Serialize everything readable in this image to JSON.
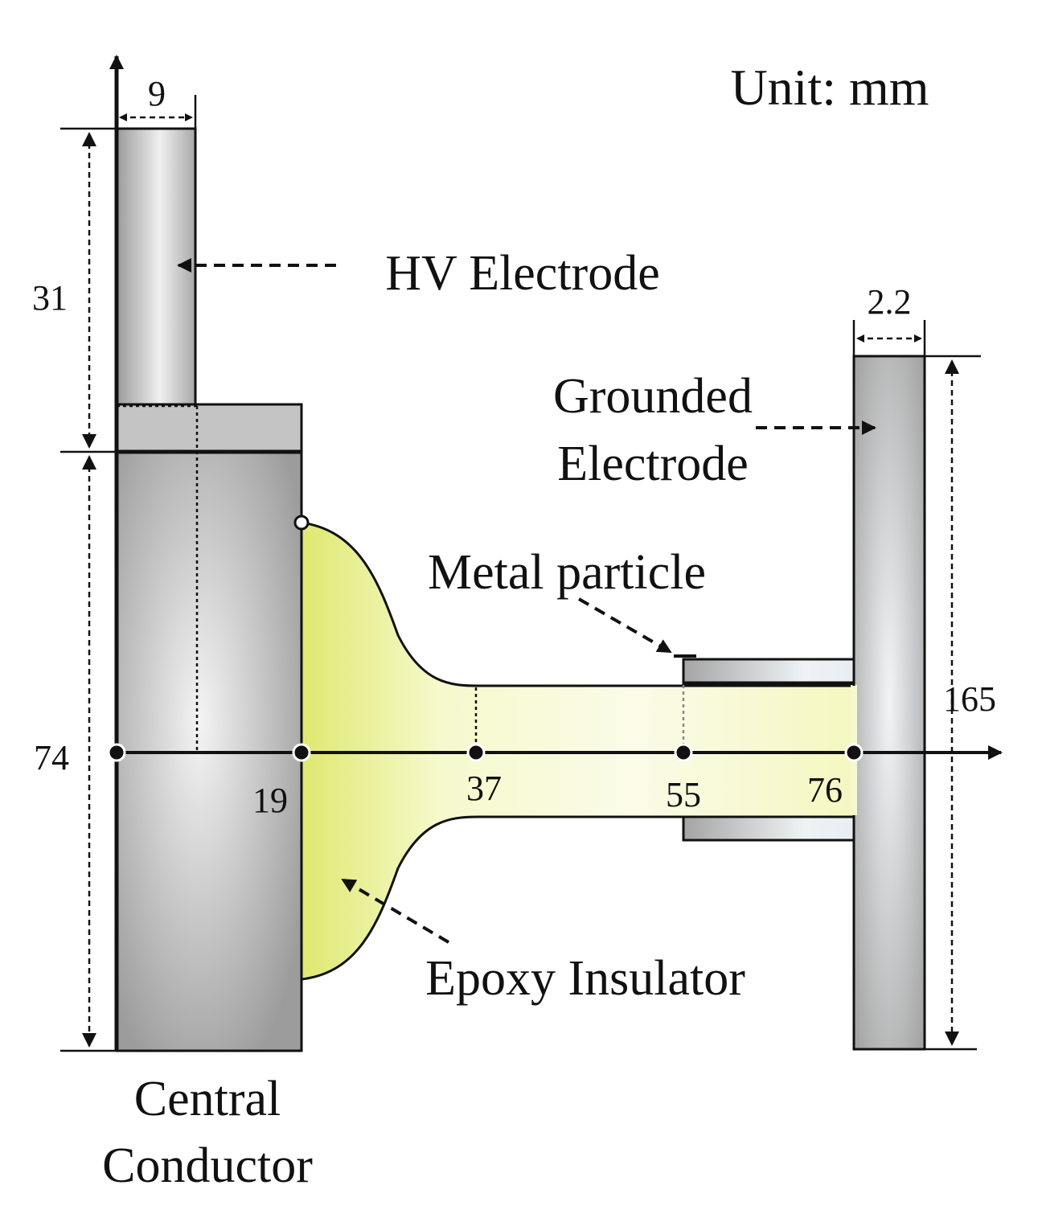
{
  "unit_label": "Unit: mm",
  "labels": {
    "hv_electrode": "HV Electrode",
    "grounded_line1": "Grounded",
    "grounded_line2": "Electrode",
    "metal_particle": "Metal particle",
    "epoxy_insulator": "Epoxy Insulator",
    "central_line1": "Central",
    "central_line2": "Conductor"
  },
  "dimensions": {
    "hv_width": "9",
    "hv_height": "31",
    "conductor_height": "74",
    "ground_width": "2.2",
    "ground_height": "165"
  },
  "axis_points": [
    "19",
    "37",
    "55",
    "76"
  ],
  "colors": {
    "metal_light": "#f2f2f2",
    "metal_dark": "#9a9a9a",
    "epoxy_light": "#fbfbe6",
    "epoxy_mid": "#f3f6b8",
    "epoxy_dark": "#dce66a",
    "stroke": "#111111"
  }
}
